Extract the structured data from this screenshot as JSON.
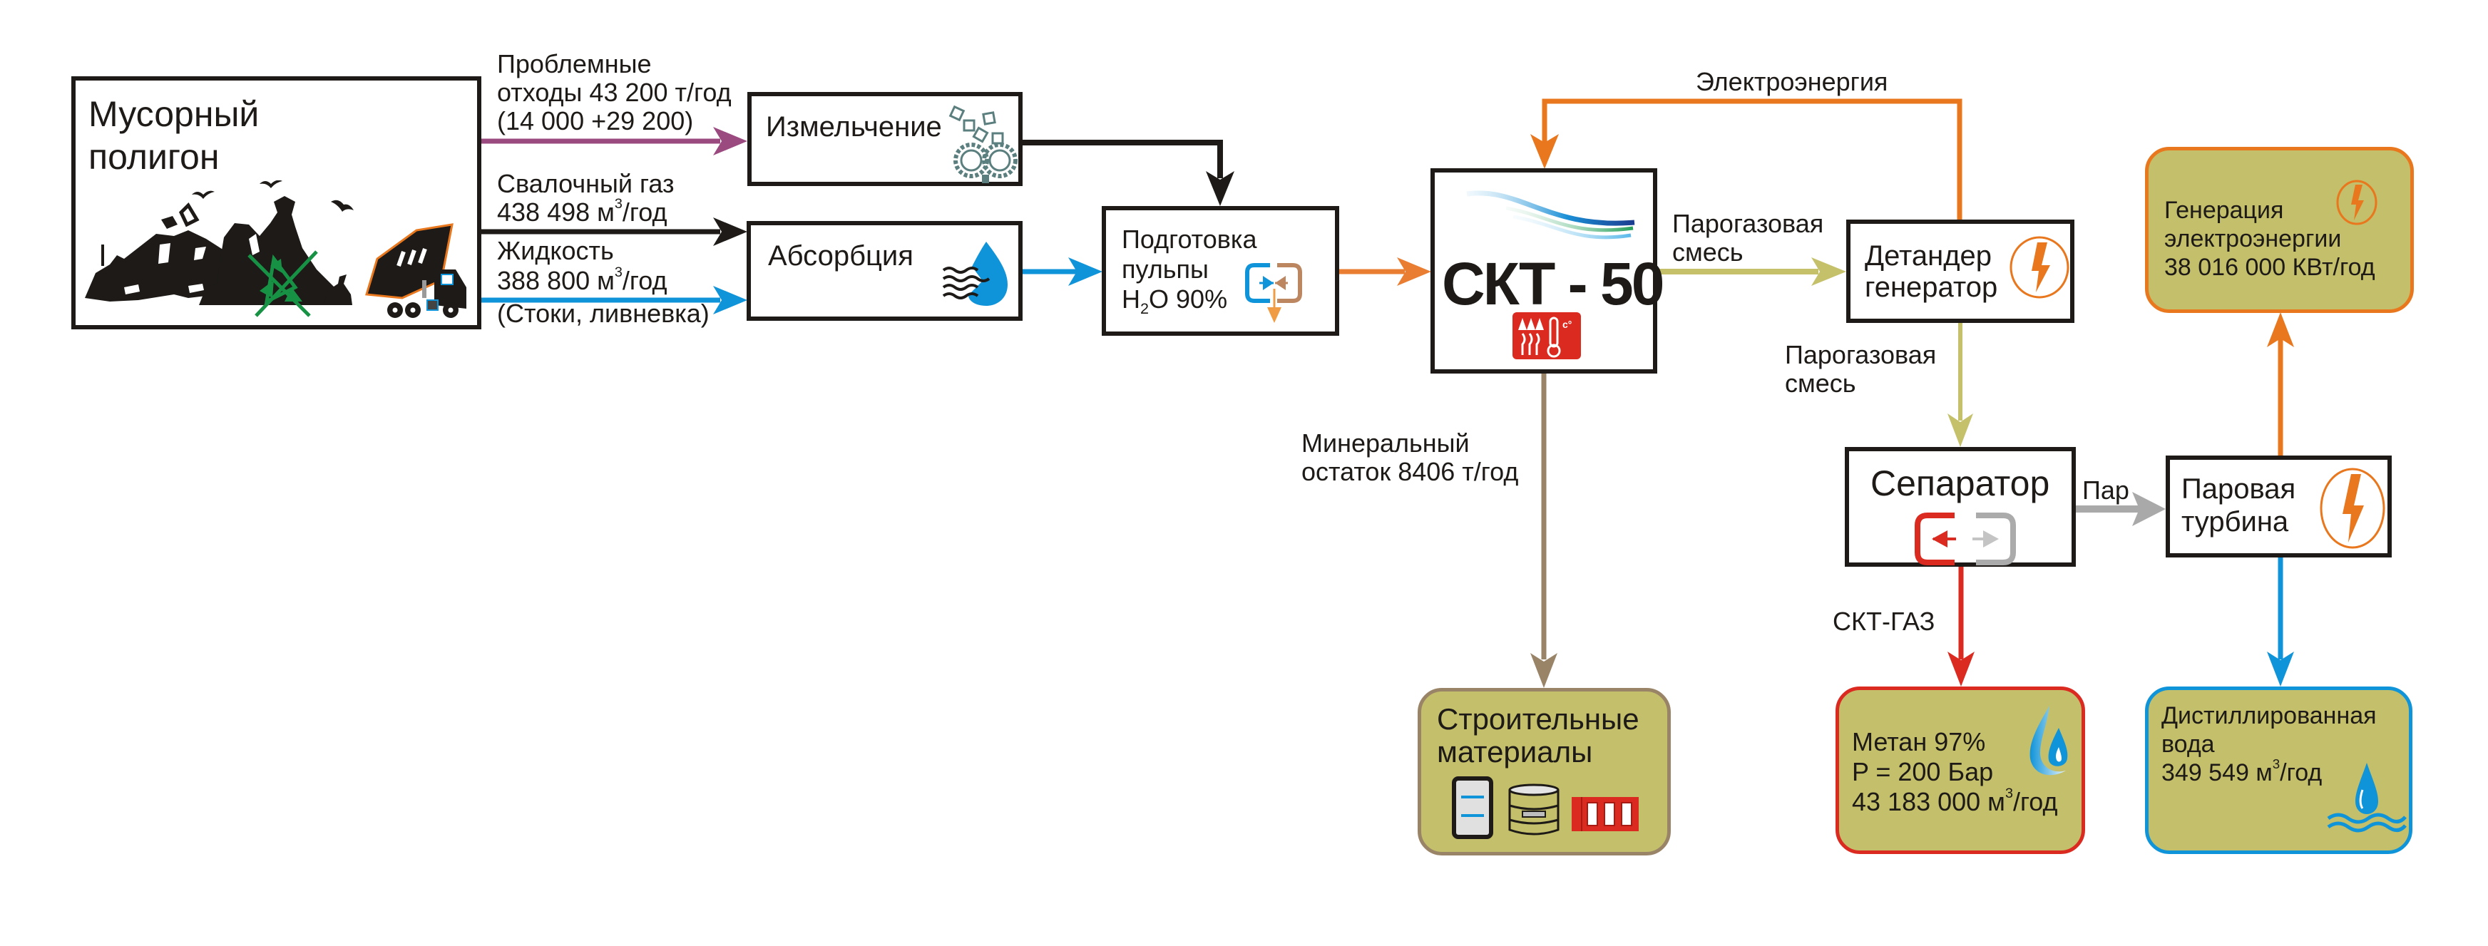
{
  "colors": {
    "purple_flow": "#9b4a80",
    "black_flow": "#1d1a17",
    "blue_flow": "#0f93d9",
    "orange_flow": "#e97e33",
    "electric_orange": "#e8771d",
    "olive_flow": "#c5c06a",
    "brown_flow": "#9a8468",
    "gray_flow": "#a9a9a9",
    "red_flow": "#db2a20",
    "product_fill": "#c4bf6a",
    "gear_teal": "#5b7f7e"
  },
  "landfill": {
    "title_line1": "Мусорный",
    "title_line2": "полигон",
    "icon": "landfill-illustration"
  },
  "flows_from_landfill": {
    "waste": {
      "line1": "Проблемные",
      "line2": "отходы 43 200 т/год",
      "line3": "(14 000 +29 200)"
    },
    "gas": {
      "line1": "Свалочный газ",
      "line2_value": "438 498 м",
      "line2_sup": "3",
      "line2_unit": "/год"
    },
    "liquid": {
      "line1": "Жидкость",
      "line2_value": "388 800 м",
      "line2_sup": "3",
      "line2_unit": "/год",
      "line3": "(Стоки, ливневка)"
    }
  },
  "nodes": {
    "grinding": {
      "label": "Измельчение",
      "icon": "gears-icon"
    },
    "absorption": {
      "label": "Абсорбция",
      "icon": "water-drop-waves-icon"
    },
    "pulp": {
      "line1": "Подготовка",
      "line2": "пульпы",
      "line3_h": "H",
      "line3_sub": "2",
      "line3_rest": "O 90%",
      "icon": "mixer-icon"
    },
    "skt": {
      "label": "СКТ - 50",
      "icon": "heat-thermometer-icon"
    },
    "expander": {
      "line1": "Детандер",
      "line2": "генератор",
      "icon": "lightning-icon"
    },
    "separator": {
      "label": "Сепаратор",
      "icon": "separator-icon"
    },
    "turbine": {
      "line1": "Паровая",
      "line2": "турбина",
      "icon": "lightning-icon"
    }
  },
  "edges": {
    "electricity": "Электроэнергия",
    "steam_gas_1": {
      "line1": "Парогазовая",
      "line2": "смесь"
    },
    "steam_gas_2": {
      "line1": "Парогазовая",
      "line2": "смесь"
    },
    "mineral": {
      "line1": "Минеральный",
      "line2": "остаток 8406 т/год"
    },
    "steam": "Пар",
    "skt_gas": "СКТ-ГАЗ"
  },
  "products": {
    "power": {
      "line1": "Генерация",
      "line2": "электроэнергии",
      "line3": "38 016 000 КВт/год",
      "icon": "lightning-icon"
    },
    "building": {
      "line1": "Строительные",
      "line2": "материалы",
      "icons": [
        "panel-icon",
        "barrel-icon",
        "brick-icon"
      ]
    },
    "methane": {
      "line1": "Метан 97%",
      "line2": "P = 200 Бар",
      "line3_value": "43 183 000 м",
      "line3_sup": "3",
      "line3_unit": "/год",
      "icon": "gas-drop-icon"
    },
    "water": {
      "line1": "Дистиллированная",
      "line2": "вода",
      "line3_value": "349 549 м",
      "line3_sup": "3",
      "line3_unit": "/год",
      "icon": "water-drop-icon"
    }
  }
}
